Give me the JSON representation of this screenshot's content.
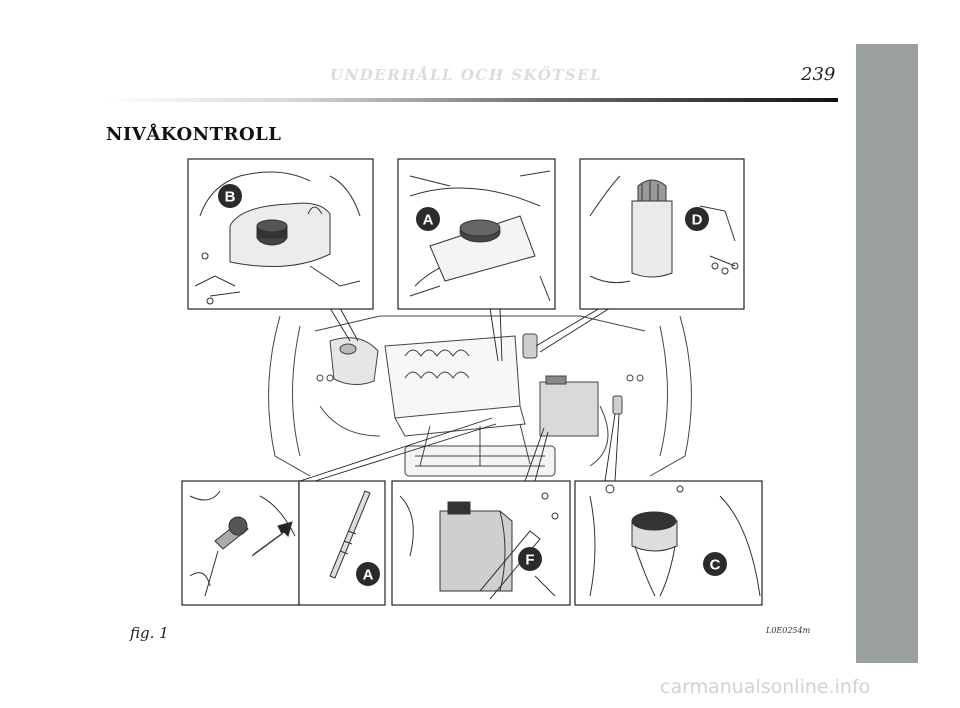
{
  "header": {
    "running_head": "UNDERHÅLL OCH SKÖTSEL",
    "page_number": "239"
  },
  "section": {
    "title": "NIVÅKONTROLL"
  },
  "figure": {
    "callouts": {
      "a_top": "A",
      "b": "B",
      "d": "D",
      "a_bottom": "A",
      "f": "F",
      "c": "C"
    },
    "caption": "fig. 1",
    "code": "L0E0254m"
  },
  "watermark": "carmanualsonline.info",
  "colors": {
    "side_tab": "#9aa09e",
    "callout_fill": "#2b2b2b",
    "line_art": "#333333"
  }
}
